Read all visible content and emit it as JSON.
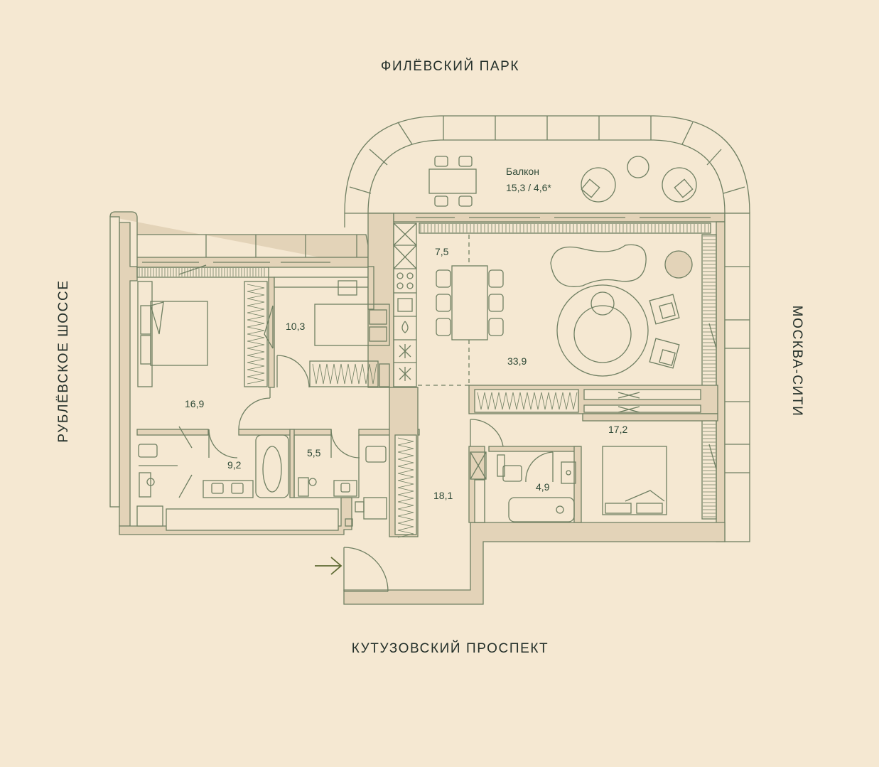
{
  "directions": {
    "north": "ФИЛЁВСКИЙ ПАРК",
    "south": "КУТУЗОВСКИЙ ПРОСПЕКТ",
    "west": "РУБЛЁВСКОЕ ШОССЕ",
    "east": "МОСКВА-СИТИ"
  },
  "balcony": {
    "name": "Балкон",
    "area": "15,3 / 4,6*"
  },
  "rooms": {
    "kitchen": "7,5",
    "bedroom_small": "10,3",
    "bedroom_west": "16,9",
    "living": "33,9",
    "bedroom_east": "17,2",
    "bath_large": "9,2",
    "bath_small": "5,5",
    "hall": "18,1",
    "bath_east": "4,9"
  },
  "colors": {
    "background": "#f5e8d2",
    "wall_fill": "#e3d3b8",
    "line": "#6f7f62",
    "text": "#2f4a37",
    "entry_arrow": "#5e6a33"
  }
}
